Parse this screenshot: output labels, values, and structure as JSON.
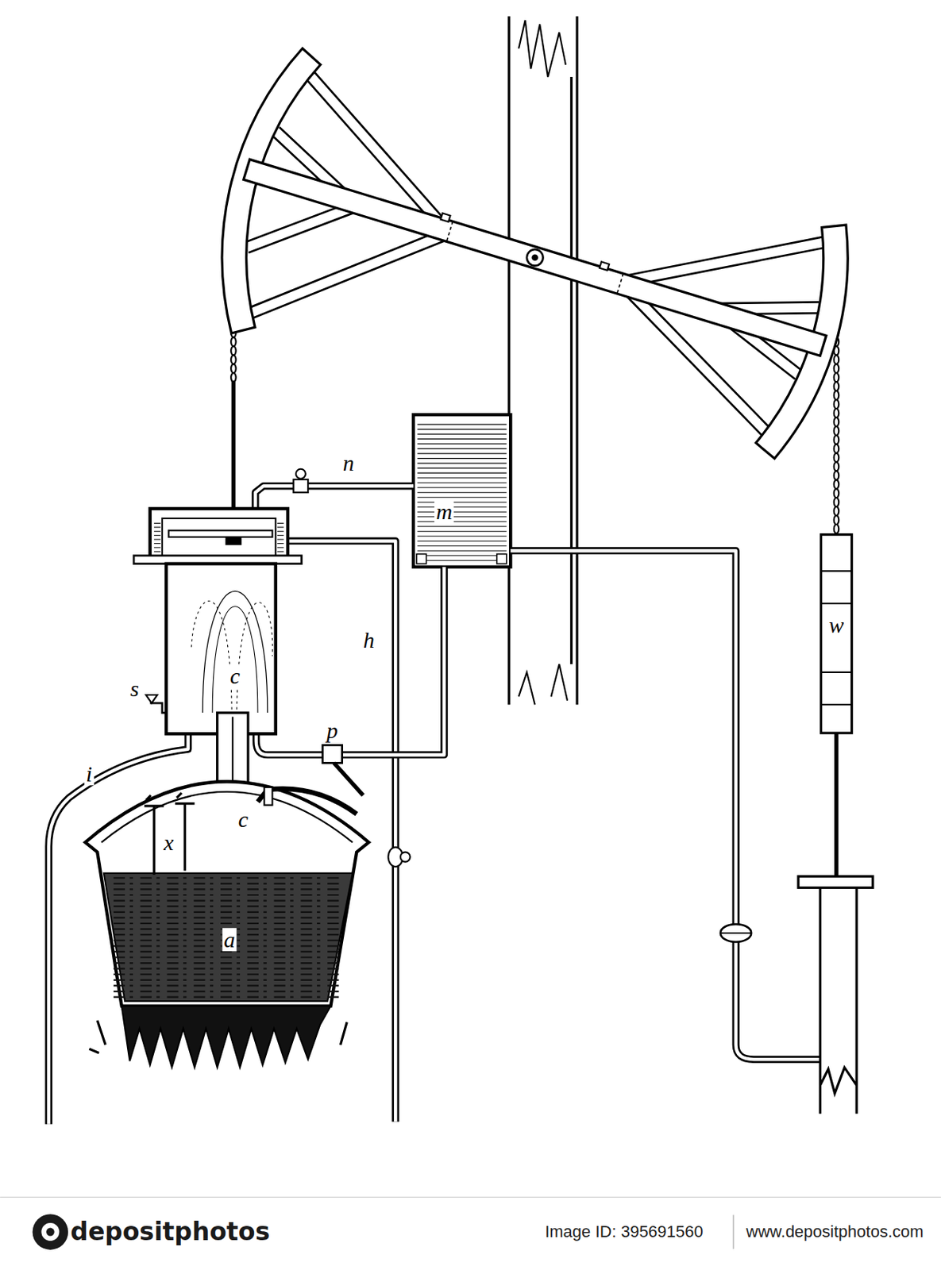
{
  "diagram": {
    "labels": [
      "n",
      "m",
      "c",
      "h",
      "w",
      "s",
      "p",
      "i",
      "x",
      "c",
      "a",
      "depositphotos",
      "Image ID: 395691560",
      "www.depositphotos.com"
    ]
  }
}
